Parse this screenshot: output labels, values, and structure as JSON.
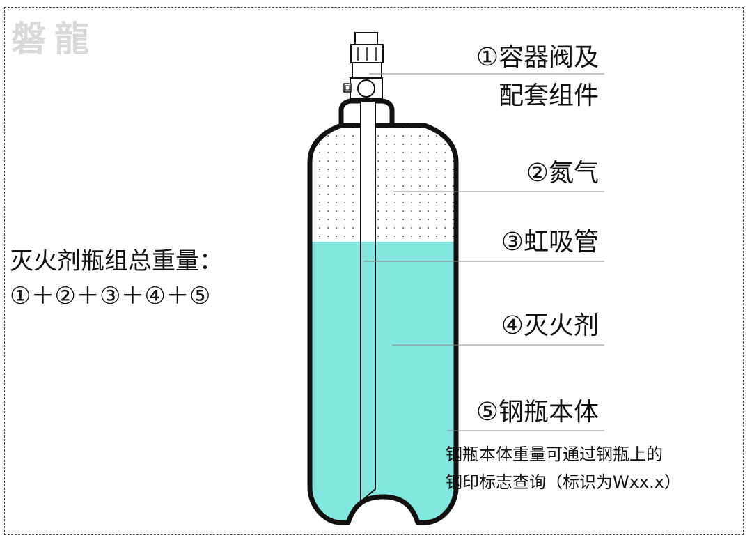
{
  "watermark": "磐龍",
  "total_weight": {
    "title": "灭火剂瓶组总重量：",
    "formula": "①＋②＋③＋④＋⑤"
  },
  "labels": {
    "valve_line1": "①容器阀及",
    "valve_line2": "配套组件",
    "nitrogen": "②氮气",
    "siphon": "③虹吸管",
    "agent": "④灭火剂",
    "cylinder": "⑤钢瓶本体"
  },
  "note": {
    "line1": "钢瓶本体重量可通过钢瓶上的",
    "line2": "钢印标志查询（标识为Wxx.x）"
  },
  "colors": {
    "liquid": "#82e8df",
    "outline": "#111111",
    "frame": "#444444"
  }
}
